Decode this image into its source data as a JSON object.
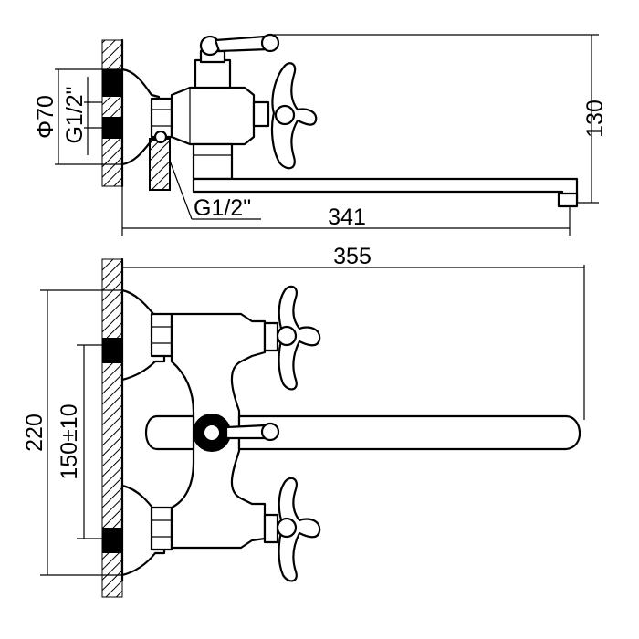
{
  "dimensions": {
    "side_spout_length": "341",
    "side_height": "130",
    "thread_spout": "G1/2\"",
    "thread_inlet": "G1/2\"",
    "flange_diameter": "Φ70",
    "front_width": "355",
    "front_height": "220",
    "inlet_spacing": "150±10"
  }
}
